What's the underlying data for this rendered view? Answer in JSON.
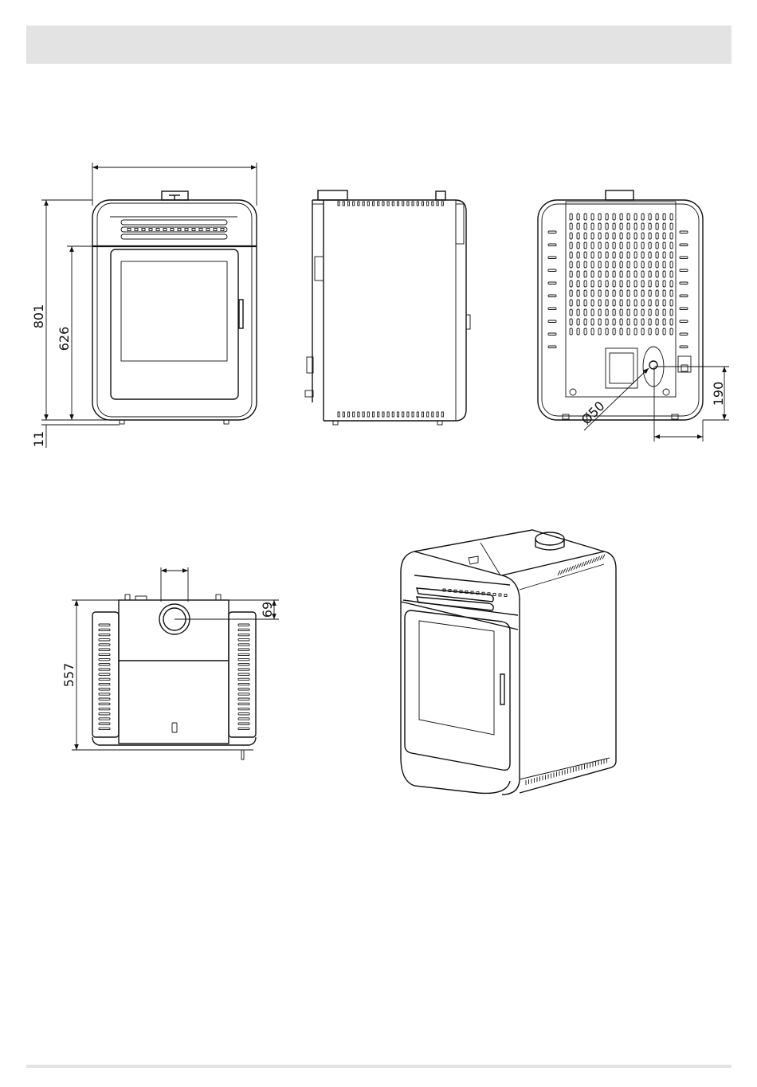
{
  "dimensions": {
    "height_total": "801",
    "height_door": "626",
    "foot_height": "11",
    "outlet_diameter": "Ø50",
    "outlet_height": "190",
    "depth": "557",
    "top_offset": "69"
  }
}
